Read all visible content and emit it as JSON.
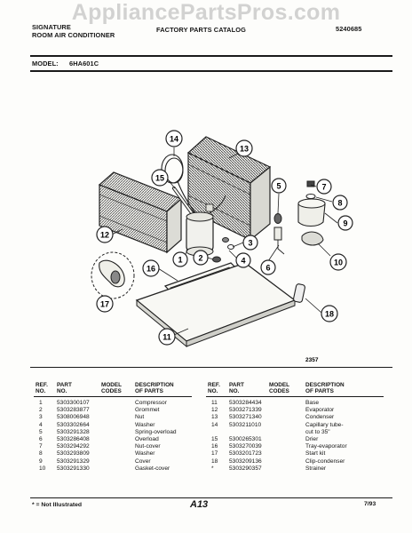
{
  "watermark": "AppliancePartsPros.com",
  "header": {
    "brand_line1": "SIGNATURE",
    "brand_line2": "ROOM AIR CONDITIONER",
    "catalog_title": "FACTORY PARTS CATALOG",
    "catalog_number": "5240685",
    "model_label": "MODEL:",
    "model_value": "6HA601C"
  },
  "diagram": {
    "callouts": [
      "1",
      "2",
      "3",
      "4",
      "5",
      "6",
      "7",
      "8",
      "9",
      "10",
      "11",
      "12",
      "13",
      "14",
      "15",
      "16",
      "17",
      "18"
    ],
    "figure_number": "2357"
  },
  "table": {
    "headers": {
      "ref_no": [
        "REF.",
        "NO."
      ],
      "part_no": [
        "PART",
        "NO."
      ],
      "model_codes": [
        "MODEL",
        "CODES"
      ],
      "description": [
        "DESCRIPTION",
        "OF PARTS"
      ]
    },
    "left_rows": [
      {
        "ref": "1",
        "part": "5303300107",
        "desc": "Compressor"
      },
      {
        "ref": "2",
        "part": "5303283877",
        "desc": "Grommet"
      },
      {
        "ref": "3",
        "part": "5308006948",
        "desc": "Nut"
      },
      {
        "ref": "4",
        "part": "5303302664",
        "desc": "Washer"
      },
      {
        "ref": "5",
        "part": "5303291328",
        "desc": "Spring-overload"
      },
      {
        "ref": "6",
        "part": "5303286408",
        "desc": "Overload"
      },
      {
        "ref": "7",
        "part": "5303294292",
        "desc": "Nut-cover"
      },
      {
        "ref": "8",
        "part": "5303293809",
        "desc": "Washer"
      },
      {
        "ref": "9",
        "part": "5303291329",
        "desc": "Cover"
      },
      {
        "ref": "10",
        "part": "5303291330",
        "desc": "Gasket-cover"
      }
    ],
    "right_rows": [
      {
        "ref": "11",
        "part": "5303284434",
        "desc": "Base"
      },
      {
        "ref": "12",
        "part": "5303271339",
        "desc": "Evaporator"
      },
      {
        "ref": "13",
        "part": "5303271340",
        "desc": "Condenser"
      },
      {
        "ref": "14",
        "part": "5303211010",
        "desc": "Capillary tube-"
      },
      {
        "ref": "",
        "part": "",
        "desc": "cut to 35\""
      },
      {
        "ref": "15",
        "part": "5300265301",
        "desc": "Drier"
      },
      {
        "ref": "16",
        "part": "5303270039",
        "desc": "Tray-evaporator"
      },
      {
        "ref": "17",
        "part": "5303201723",
        "desc": "Start kit"
      },
      {
        "ref": "18",
        "part": "5303209136",
        "desc": "Clip-condenser"
      },
      {
        "ref": "*",
        "part": "5303290357",
        "desc": "Strainer"
      }
    ]
  },
  "footer": {
    "note": "* = Not Illustrated",
    "page": "A13",
    "date": "7/93"
  }
}
